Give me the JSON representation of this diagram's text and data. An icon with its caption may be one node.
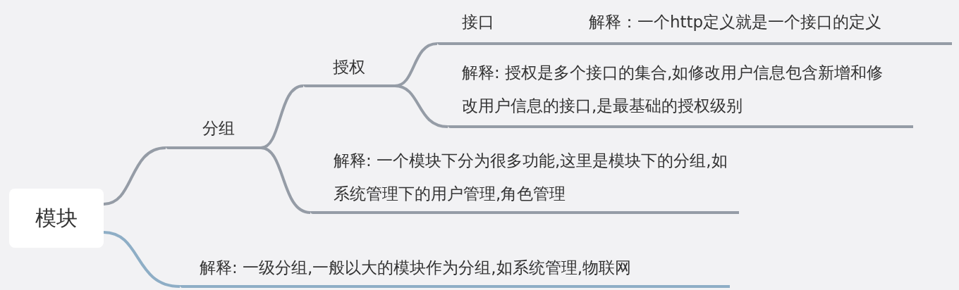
{
  "diagram": {
    "nodes": [
      {
        "text": [
          "模块"
        ]
      },
      {
        "text": [
          "分组"
        ]
      },
      {
        "text": [
          "解释: 一级分组,一般以大的模块作为分组,如系统管理,物联网"
        ]
      },
      {
        "text": [
          "授权"
        ]
      },
      {
        "text": [
          "解释: 一个模块下分为很多功能,这里是模块下的分组,如系统管理下的用户管理,角色管理"
        ]
      },
      {
        "text": [
          "接口",
          "解释：一个http定义就是一个接口的定义"
        ]
      },
      {
        "text": [
          "解释: 授权是多个接口的集合,如修改用户信息包含新增和修改用户信息的接口,是最基础的授权级别"
        ]
      }
    ],
    "edges": [
      {
        "from": 0,
        "to": 1,
        "arrow": "none"
      },
      {
        "from": 0,
        "to": 2,
        "arrow": "none",
        "color": "#8eaec6"
      },
      {
        "from": 1,
        "to": 3,
        "arrow": "none"
      },
      {
        "from": 1,
        "to": 4,
        "arrow": "none"
      },
      {
        "from": 3,
        "to": 5,
        "arrow": "none"
      },
      {
        "from": 3,
        "to": 6,
        "arrow": "none"
      }
    ]
  }
}
